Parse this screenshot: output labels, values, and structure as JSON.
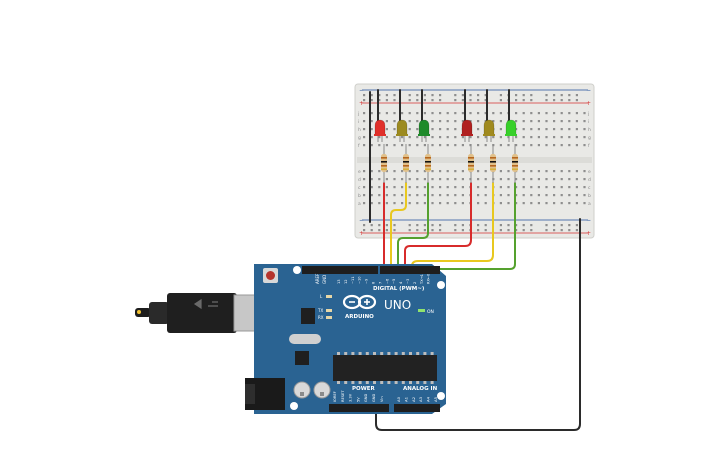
{
  "colors": {
    "background": "#ffffff",
    "breadboard": "#e9e9e6",
    "rail_red": "#d32f2f",
    "rail_blue": "#1f4e9b",
    "board": "#2a6392",
    "board_dark": "#1f4d74",
    "wire_red": "#d72b2b",
    "wire_yellow": "#e8c81f",
    "wire_green": "#55a12e",
    "wire_black": "#2b2b2b"
  },
  "leds": [
    {
      "color": "#e0302a",
      "icon": "led-red-icon"
    },
    {
      "color": "#9c8a1f",
      "icon": "led-yellow-icon"
    },
    {
      "color": "#1f8a2a",
      "icon": "led-green-icon"
    },
    {
      "color": "#b0201f",
      "icon": "led-red-icon"
    },
    {
      "color": "#a08a1f",
      "icon": "led-yellow-icon"
    },
    {
      "color": "#38d02a",
      "icon": "led-green-icon"
    }
  ],
  "board": {
    "logo_text": "ARDUINO",
    "model": "UNO",
    "digital_label": "DIGITAL (PWM~)",
    "power_label": "POWER",
    "analog_label": "ANALOG IN",
    "on_label": "ON",
    "l_label": "L",
    "tx_label": "TX",
    "rx_label": "RX",
    "aref_label": "AREF",
    "gnd_label": "GND",
    "digital_pins": [
      "13",
      "12",
      "~11",
      "~10",
      "~9",
      "8",
      "7",
      "~6",
      "~5",
      "4",
      "~3",
      "2",
      "TX→1",
      "RX←0"
    ],
    "power_pins": [
      "IOREF",
      "RESET",
      "3.3V",
      "5V",
      "GND",
      "GND",
      "Vin"
    ],
    "analog_pins": [
      "A0",
      "A1",
      "A2",
      "A3",
      "A4",
      "A5"
    ]
  },
  "breadboard": {
    "rail_plus": "+",
    "rail_minus": "−",
    "row_letters_top": [
      "j",
      "i",
      "h",
      "g",
      "f"
    ],
    "row_letters_bottom": [
      "e",
      "d",
      "c",
      "b",
      "a"
    ]
  }
}
